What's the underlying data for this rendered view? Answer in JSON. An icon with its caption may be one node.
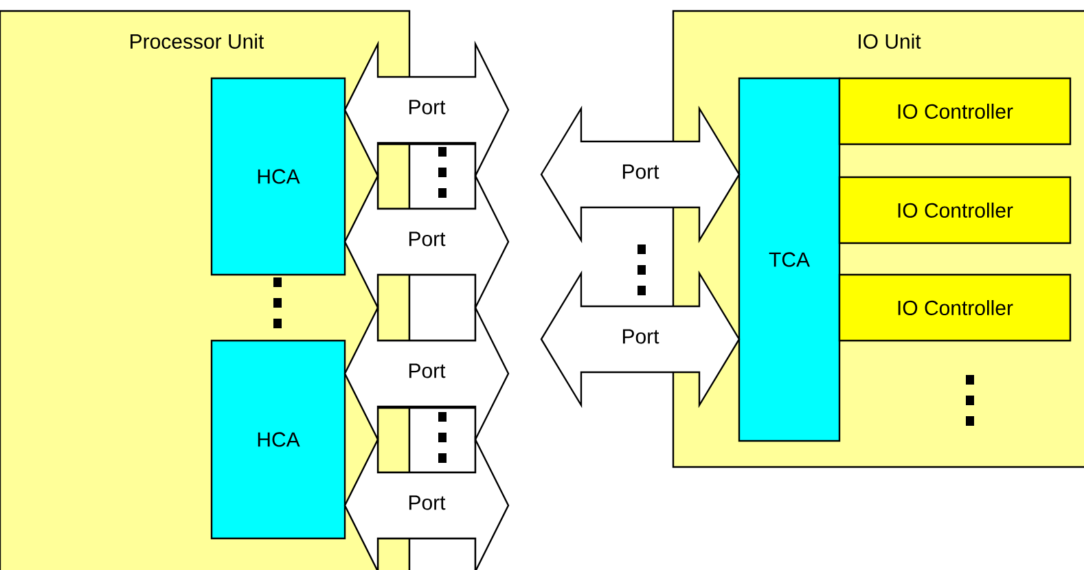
{
  "diagram": {
    "nodes": [
      {
        "text": [
          "Processor Unit"
        ]
      },
      {
        "text": [
          "HCA"
        ],
        "in": 0
      },
      {
        "text": [
          "HCA"
        ],
        "in": 0
      },
      {
        "text": [
          "IO Unit"
        ]
      },
      {
        "text": [
          "TCA"
        ],
        "in": 3
      },
      {
        "text": [
          "IO Controller"
        ],
        "in": 3
      },
      {
        "text": [
          "IO Controller"
        ],
        "in": 3
      },
      {
        "text": [
          "IO Controller"
        ],
        "in": 3
      }
    ],
    "edges": [
      {
        "from": 1,
        "to": null,
        "arrow": "both",
        "label": "Port"
      },
      {
        "from": 1,
        "to": null,
        "arrow": "both",
        "label": "Port"
      },
      {
        "from": 2,
        "to": null,
        "arrow": "both",
        "label": "Port"
      },
      {
        "from": 2,
        "to": null,
        "arrow": "both",
        "label": "Port"
      },
      {
        "from": null,
        "to": 4,
        "arrow": "both",
        "label": "Port"
      },
      {
        "from": null,
        "to": 4,
        "arrow": "both",
        "label": "Port"
      }
    ]
  }
}
